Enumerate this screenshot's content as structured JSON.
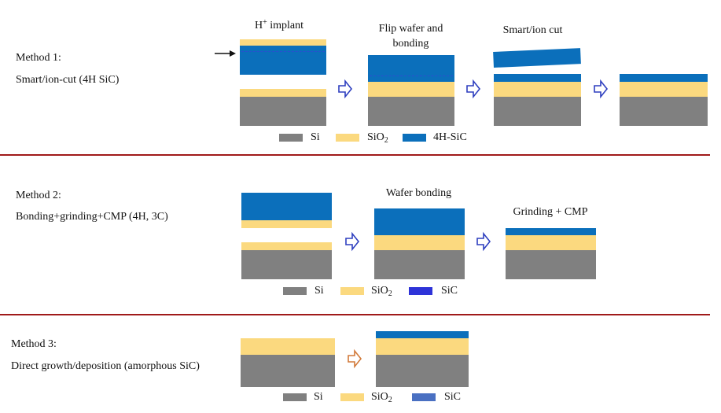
{
  "colors": {
    "si": "#808080",
    "sio2": "#fbd97f",
    "sic_4h": "#0b6fbb",
    "sic_m2": "#2e33d8",
    "sic_m3": "#4a70c2",
    "arrow_blue": "#2e3fbf",
    "arrow_orange": "#d27a3a",
    "divider": "#a01a1a",
    "implant_line": "#2a4fd0"
  },
  "method1": {
    "title": "Method 1:",
    "subtitle": "Smart/ion-cut (4H SiC)",
    "step1_caption_main": "H",
    "step1_caption_sup": "+",
    "step1_caption_rest": " implant",
    "step2_caption_line1": "Flip wafer and",
    "step2_caption_line2": "bonding",
    "step3_caption": "Smart/ion cut",
    "legend": {
      "si": "Si",
      "sio2_main": "SiO",
      "sio2_sub": "2",
      "sic": "4H-SiC"
    }
  },
  "method2": {
    "title": "Method 2:",
    "subtitle": "Bonding+grinding+CMP (4H, 3C)",
    "step2_caption": "Wafer bonding",
    "step3_caption": "Grinding + CMP",
    "legend": {
      "si": "Si",
      "sio2_main": "SiO",
      "sio2_sub": "2",
      "sic": "SiC"
    }
  },
  "method3": {
    "title": "Method 3:",
    "subtitle": "Direct growth/deposition (amorphous SiC)",
    "legend": {
      "si": "Si",
      "sio2_main": "SiO",
      "sio2_sub": "2",
      "sic": "SiC"
    }
  }
}
